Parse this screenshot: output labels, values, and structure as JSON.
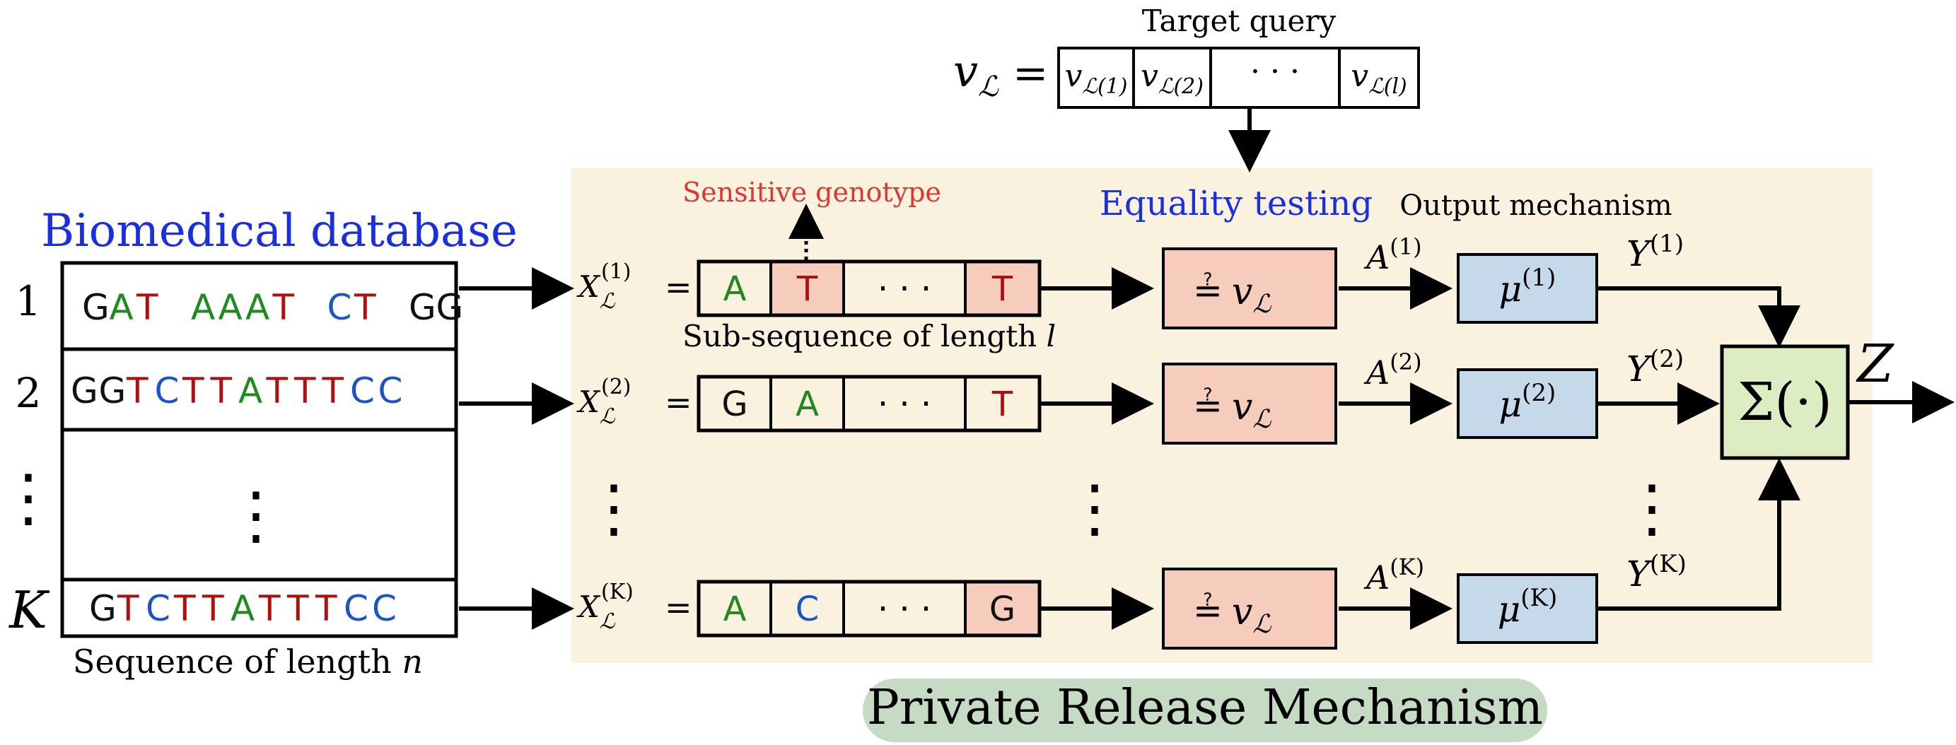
{
  "colors": {
    "panel_bg": "#fbf1df",
    "pink": "#f6cdbd",
    "blue_box": "#c6d9ea",
    "green_box": "#dcedc3",
    "label_bg": "#c5dbc3",
    "nuc_G": "#111111",
    "nuc_A": "#1f8a1f",
    "nuc_T": "#b00f0f",
    "nuc_C": "#1a54c8",
    "title_blue": "#1a2fe0",
    "sensitive_red": "#e0362e"
  },
  "query": {
    "title": "Target query",
    "lhs_var": "v",
    "lhs_sub": "ℒ",
    "equals": "=",
    "cells": [
      {
        "v": "v",
        "s": "ℒ(1)"
      },
      {
        "v": "v",
        "s": "ℒ(2)"
      },
      {
        "v": "· · ·",
        "s": ""
      },
      {
        "v": "v",
        "s": "ℒ(l)"
      }
    ]
  },
  "database": {
    "title": "Biomedical database",
    "row_labels": [
      "1",
      "2",
      "⋮",
      "K"
    ],
    "sequences": [
      [
        [
          "G",
          "G"
        ],
        [
          "A",
          "A"
        ],
        [
          "T",
          "T"
        ],
        [
          " ",
          ""
        ],
        [
          "A",
          "A"
        ],
        [
          "A",
          "A"
        ],
        [
          "A",
          "A"
        ],
        [
          "T",
          "T"
        ],
        [
          " ",
          ""
        ],
        [
          "C",
          "C"
        ],
        [
          "T",
          "T"
        ],
        [
          " ",
          ""
        ],
        [
          "G",
          "G"
        ],
        [
          "G",
          "G"
        ]
      ],
      [
        [
          "G",
          "G"
        ],
        [
          "G",
          "G"
        ],
        [
          "T",
          "T"
        ],
        [
          "C",
          "C"
        ],
        [
          "T",
          "T"
        ],
        [
          "T",
          "T"
        ],
        [
          "A",
          "A"
        ],
        [
          "T",
          "T"
        ],
        [
          "T",
          "T"
        ],
        [
          "T",
          "T"
        ],
        [
          "C",
          "C"
        ],
        [
          "C",
          "C"
        ]
      ],
      [],
      [
        [
          "G",
          "G"
        ],
        [
          "T",
          "T"
        ],
        [
          "C",
          "C"
        ],
        [
          "T",
          "T"
        ],
        [
          "T",
          "T"
        ],
        [
          "A",
          "A"
        ],
        [
          "T",
          "T"
        ],
        [
          "T",
          "T"
        ],
        [
          "T",
          "T"
        ],
        [
          "C",
          "C"
        ],
        [
          "C",
          "C"
        ]
      ]
    ],
    "vdots": "⋮",
    "caption": "Sequence of length ",
    "caption_var": "n"
  },
  "mechanism": {
    "label": "Private Release Mechanism",
    "sensitive_label": "Sensitive genotype",
    "subseq_caption": "Sub-sequence of length ",
    "subseq_var": "l",
    "equality_label": "Equality testing",
    "output_label": "Output mechanism",
    "rows": [
      {
        "x_sup": "(1)",
        "cells": [
          "A",
          "T",
          "· · ·",
          "T"
        ],
        "pink": [
          1,
          3
        ],
        "a": "A",
        "a_sup": "(1)",
        "mu_sup": "(1)",
        "y_sup": "(1)"
      },
      {
        "x_sup": "(2)",
        "cells": [
          "G",
          "A",
          "· · ·",
          "T"
        ],
        "pink": [],
        "a": "A",
        "a_sup": "(2)",
        "mu_sup": "(2)",
        "y_sup": "(2)"
      },
      {
        "x_sup": "(K)",
        "cells": [
          "A",
          "C",
          "· · ·",
          "G"
        ],
        "pink": [
          3
        ],
        "a": "A",
        "a_sup": "(K)",
        "mu_sup": "(K)",
        "y_sup": "(K)"
      }
    ],
    "x_var": "X",
    "x_sub": "ℒ",
    "eq_test_text": "≟",
    "v_var": "v",
    "v_sub": "ℒ",
    "mu": "μ",
    "y": "Y",
    "sum": "Σ(·)",
    "z": "Z",
    "vdots": "⋮"
  }
}
